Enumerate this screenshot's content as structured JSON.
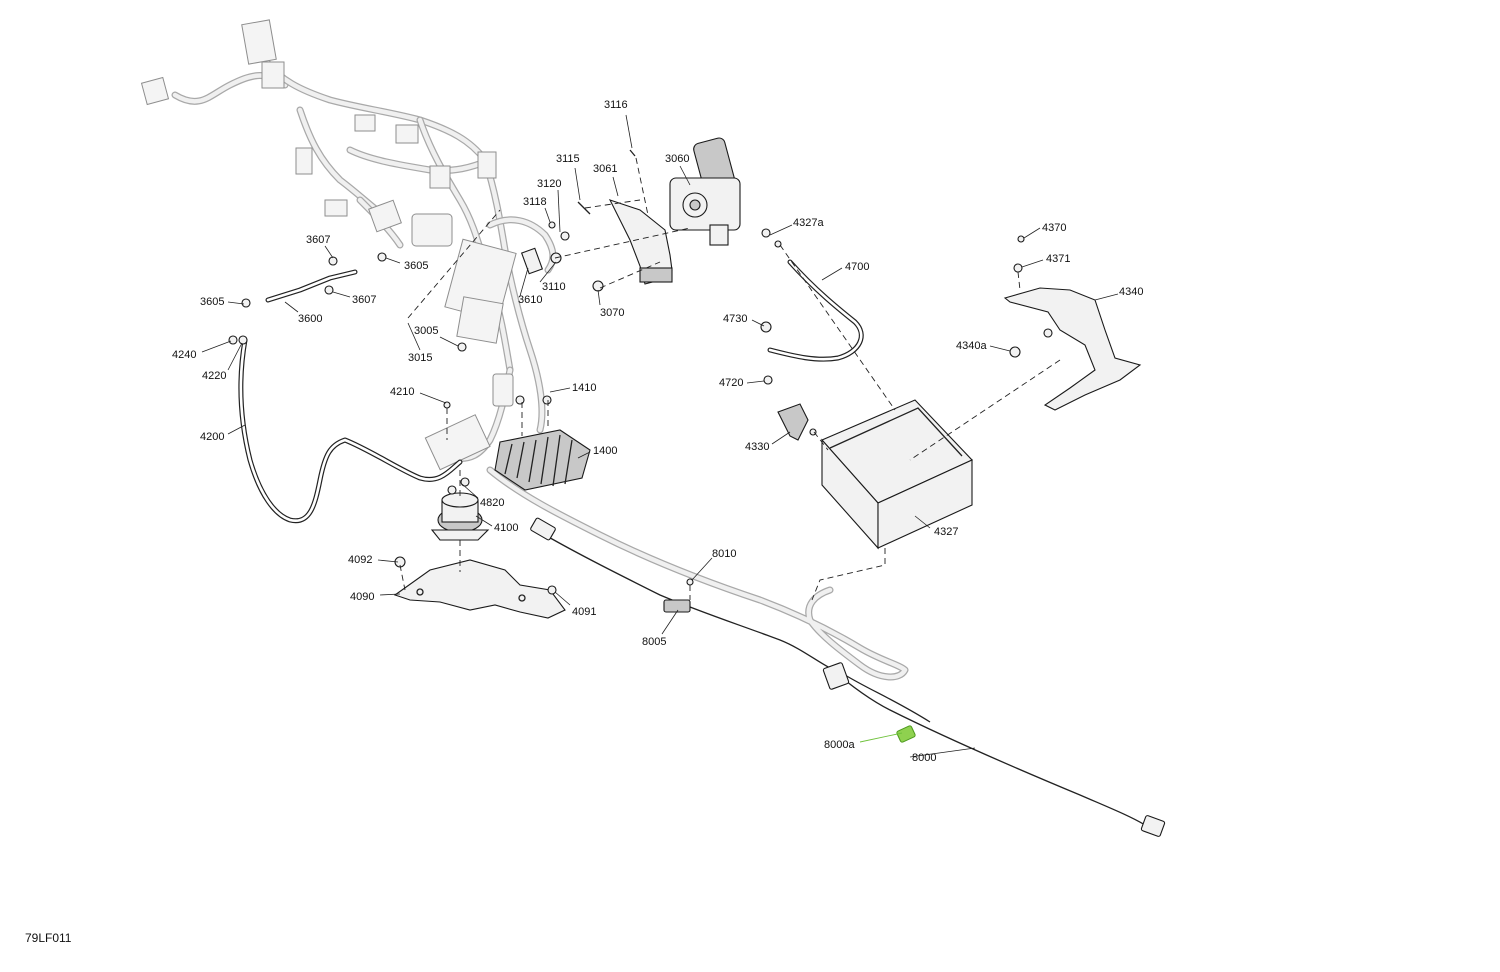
{
  "figure_code": "79LF011",
  "highlight_color": "#8fd14f",
  "labels": {
    "p3116": "3116",
    "p3115": "3115",
    "p3061": "3061",
    "p3060": "3060",
    "p3120": "3120",
    "p3118": "3118",
    "p3110": "3110",
    "p3070": "3070",
    "p3610": "3610",
    "p3607a": "3607",
    "p3605a": "3605",
    "p3607b": "3607",
    "p3605b": "3605",
    "p3600": "3600",
    "p3005": "3005",
    "p3015": "3015",
    "p4240": "4240",
    "p4220": "4220",
    "p4200": "4200",
    "p4210": "4210",
    "p1410": "1410",
    "p1400": "1400",
    "p4820": "4820",
    "p4100": "4100",
    "p4092": "4092",
    "p4090": "4090",
    "p4091": "4091",
    "p8010": "8010",
    "p8005": "8005",
    "p8000a": "8000a",
    "p8000": "8000",
    "p4327a": "4327a",
    "p4700": "4700",
    "p4730": "4730",
    "p4720": "4720",
    "p4330": "4330",
    "p4327": "4327",
    "p4370": "4370",
    "p4371": "4371",
    "p4340": "4340",
    "p4340a": "4340a"
  }
}
